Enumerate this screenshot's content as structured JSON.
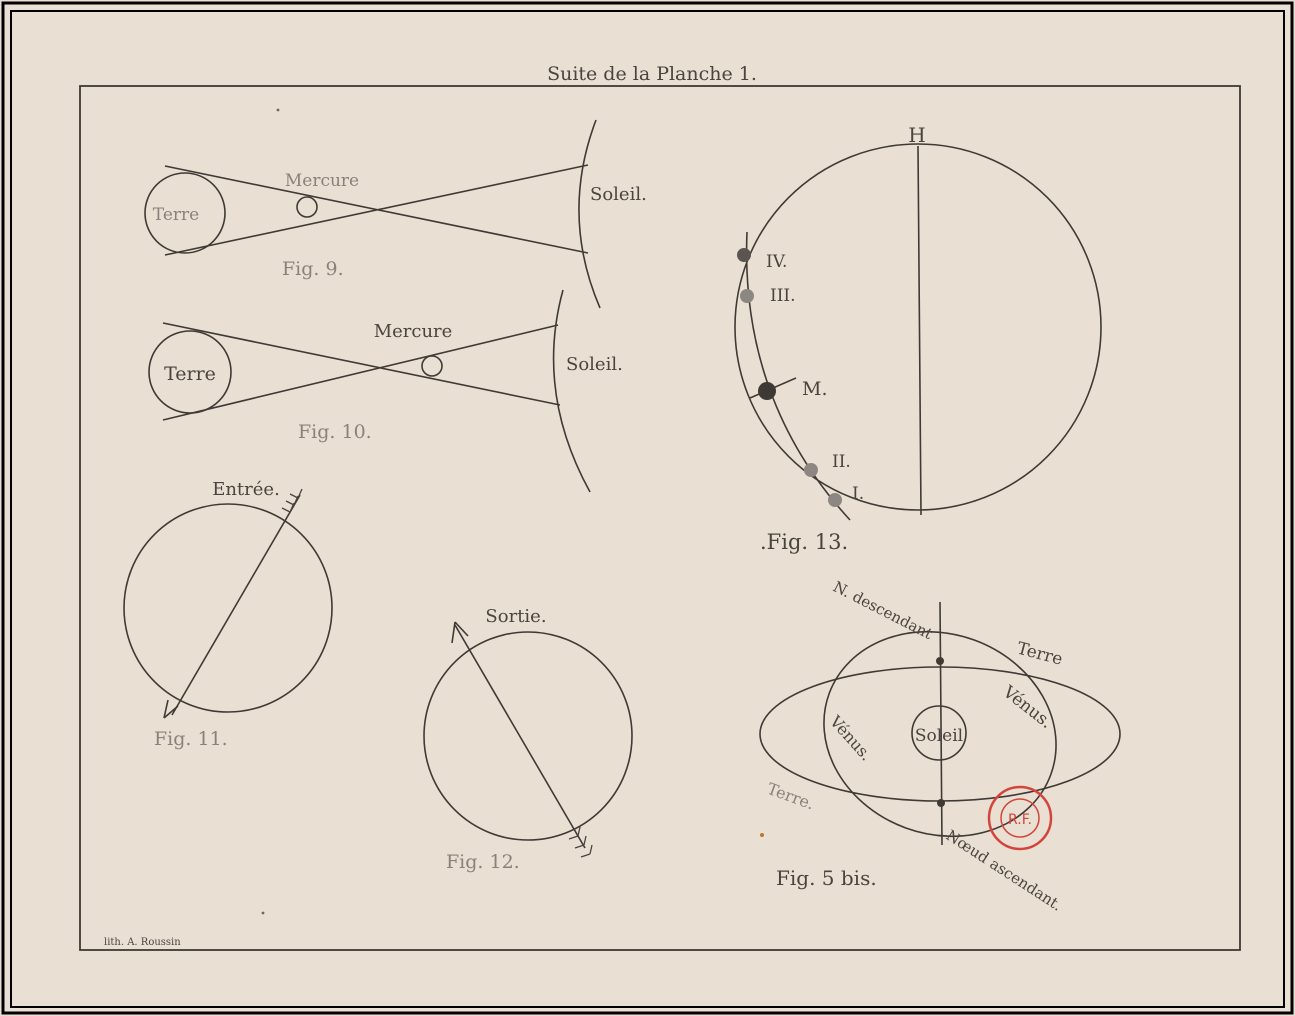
{
  "plate": {
    "title": "Suite de la Planche 1.",
    "lithographer": "lith. A. Roussin"
  },
  "fig9": {
    "earth": "Terre",
    "mercury": "Mercure",
    "sun": "Soleil.",
    "caption": "Fig. 9."
  },
  "fig10": {
    "earth": "Terre",
    "mercury": "Mercure",
    "sun": "Soleil.",
    "caption": "Fig. 10."
  },
  "fig11": {
    "label": "Entrée.",
    "caption": "Fig. 11."
  },
  "fig12": {
    "label": "Sortie.",
    "caption": "Fig. 12."
  },
  "fig13": {
    "top_label": "H",
    "positions": [
      "IV.",
      "III.",
      "M.",
      "II.",
      "I."
    ],
    "caption": ".Fig. 13."
  },
  "fig5bis": {
    "node_descending": "N. descendant",
    "node_ascending": "Nœud ascendant.",
    "earth_right": "Terre",
    "earth_left": "Terre.",
    "venus_right": "Vénus.",
    "venus_left": "Vénus.",
    "sun": "Soleil",
    "caption": "Fig. 5 bis."
  },
  "stamp": {
    "center": "R.F."
  },
  "colors": {
    "paper": "#eadfd3",
    "ink": "#3f3a35",
    "stamp": "#d3453b"
  }
}
